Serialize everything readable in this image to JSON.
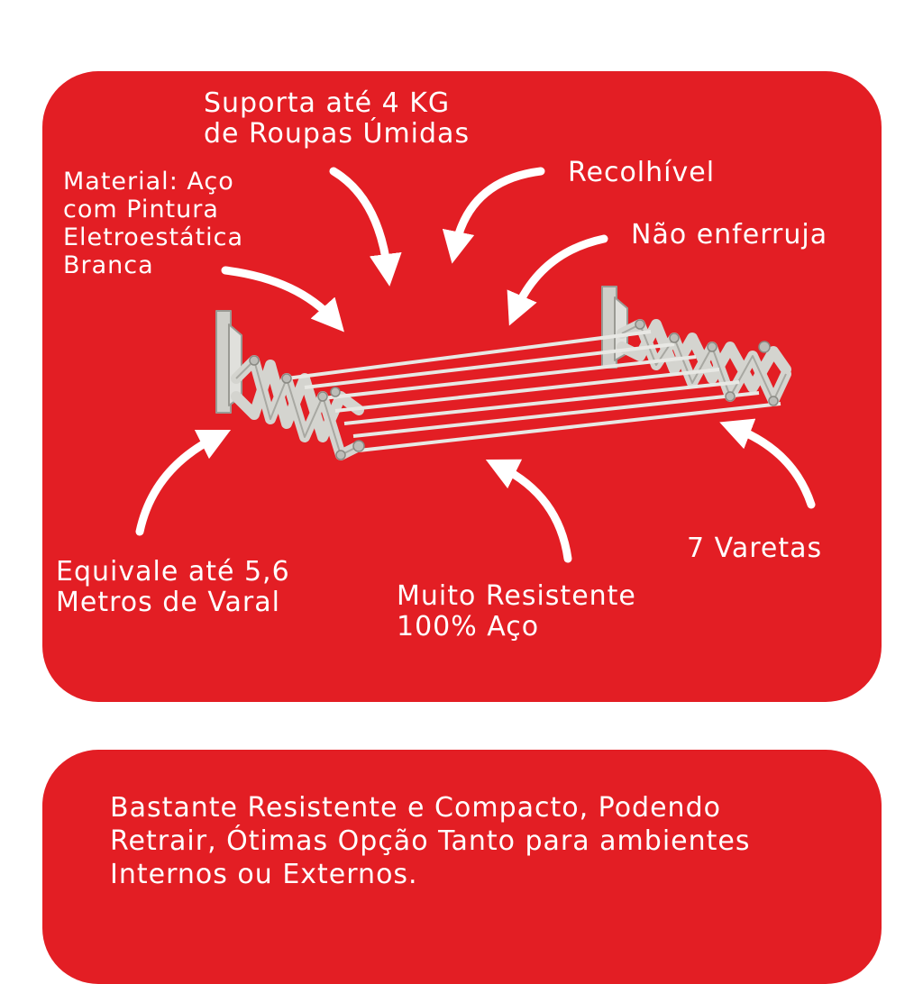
{
  "labels": {
    "capacity": [
      "Suporta até 4 KG",
      "de Roupas Úmidas"
    ],
    "material": [
      "Material: Aço",
      "com Pintura",
      "Eletroestática",
      "Branca"
    ],
    "retractable": [
      "Recolhível"
    ],
    "rustproof": [
      "Não enferruja"
    ],
    "length": [
      "Equivale até 5,6",
      "Metros de Varal"
    ],
    "resistant": [
      "Muito Resistente",
      "100% Aço"
    ],
    "rods": [
      "7 Varetas"
    ]
  },
  "description": [
    "Bastante Resistente e Compacto, Podendo",
    "Retrair, Ótimas Opção Tanto para ambientes",
    "Internos ou Externos."
  ],
  "colors": {
    "panel": "#e31e24",
    "text": "#ffffff",
    "product": "#d8d8d4"
  }
}
